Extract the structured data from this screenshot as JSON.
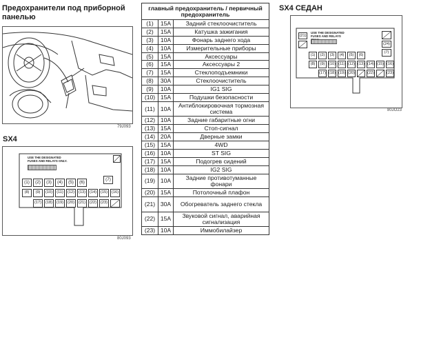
{
  "panel_fuses": {
    "title": "Предохранители под приборной панелью",
    "figure_code": "79J093"
  },
  "table": {
    "header": "главный предохранитель / первичный предохранитель",
    "rows": [
      {
        "num": "(1)",
        "amp": "15A",
        "name": "Задний стеклоочиститель"
      },
      {
        "num": "(2)",
        "amp": "15A",
        "name": "Катушка зажигания"
      },
      {
        "num": "(3)",
        "amp": "10A",
        "name": "Фонарь заднего хода"
      },
      {
        "num": "(4)",
        "amp": "10A",
        "name": "Измерительные приборы"
      },
      {
        "num": "(5)",
        "amp": "15A",
        "name": "Аксессуары"
      },
      {
        "num": "(6)",
        "amp": "15A",
        "name": "Аксессуары 2"
      },
      {
        "num": "(7)",
        "amp": "15A",
        "name": "Стеклоподъемники"
      },
      {
        "num": "(8)",
        "amp": "30A",
        "name": "Стеклоочиститель"
      },
      {
        "num": "(9)",
        "amp": "10A",
        "name": "IG1 SIG"
      },
      {
        "num": "(10)",
        "amp": "15A",
        "name": "Подушки безопасности"
      },
      {
        "num": "(11)",
        "amp": "10A",
        "name": "Антиблокировочная тормозная система"
      },
      {
        "num": "(12)",
        "amp": "10A",
        "name": "Задние габаритные огни"
      },
      {
        "num": "(13)",
        "amp": "15A",
        "name": "Стоп-сигнал"
      },
      {
        "num": "(14)",
        "amp": "20A",
        "name": "Дверные замки"
      },
      {
        "num": "(15)",
        "amp": "15A",
        "name": "4WD"
      },
      {
        "num": "(16)",
        "amp": "10A",
        "name": "ST SIG"
      },
      {
        "num": "(17)",
        "amp": "15A",
        "name": "Подогрев сидений"
      },
      {
        "num": "(18)",
        "amp": "10A",
        "name": "IG2 SIG"
      },
      {
        "num": "(19)",
        "amp": "10A",
        "name": "Задние противотуманные фонари"
      },
      {
        "num": "(20)",
        "amp": "15A",
        "name": "Потолочный плафон"
      },
      {
        "num": "(21)",
        "amp": "30A",
        "name": "Обогреватель заднего стекла"
      },
      {
        "num": "(22)",
        "amp": "15A",
        "name": "Звуковой сигнал, аварийная сигнализация"
      },
      {
        "num": "(23)",
        "amp": "10A",
        "name": "Иммобилайзер"
      }
    ]
  },
  "sx4": {
    "title": "SX4",
    "figure_code": "80J093",
    "note": "USE THE DESIGNATED FUSES AND RELAYS ONLY.",
    "row1": [
      "(1)",
      "(2)",
      "(3)",
      "(4)",
      "(5)",
      "(6)"
    ],
    "row1_right": "(7)",
    "row2": [
      "(8)",
      "(9)",
      "(10)",
      "(11)",
      "(12)",
      "(13)",
      "(14)",
      "(15)",
      "(16)"
    ],
    "row3": [
      "(17)",
      "(18)",
      "(19)",
      "(20)",
      "(21)",
      "(22)",
      "(23)"
    ]
  },
  "sx4_sedan": {
    "title": "SX4 СЕДАН",
    "figure_code": "80JO23",
    "note": "USE THE DESIGNATED FUSES AND RELAYS ONLY.",
    "left_top": "(21)",
    "right_top": "(24)",
    "row1": [
      "(1)",
      "(2)",
      "(3)",
      "(4)",
      "(5)",
      "(6)"
    ],
    "row1_right": "(7)",
    "row2": [
      "(8)",
      "(9)",
      "(10)",
      "(11)",
      "(12)",
      "(13)",
      "(14)",
      "(15)",
      "(16)"
    ],
    "row3": [
      "(17)",
      "(18)",
      "(19)",
      "(20)",
      "(22)",
      "(23)"
    ]
  }
}
